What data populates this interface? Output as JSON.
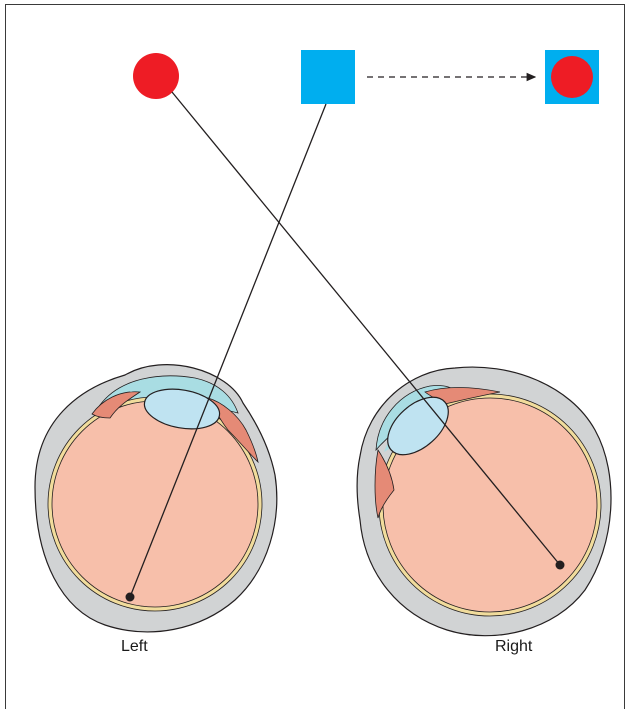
{
  "labels": {
    "left_eye": "Left",
    "right_eye": "Right"
  },
  "objects": {
    "red_target": "red-circle",
    "blue_target": "blue-square",
    "perceived_image": "red-circle-inside-blue-square"
  },
  "colors": {
    "red": "#ee1c25",
    "blue": "#00aeef",
    "eye_body": "#f7bfaa",
    "aqueous": "#a9dde3",
    "lens": "#bfe3f1",
    "sclera": "#d1d3d4",
    "retina_line": "#f1dc9c",
    "iris": "#e58a76",
    "outline": "#231f20"
  }
}
